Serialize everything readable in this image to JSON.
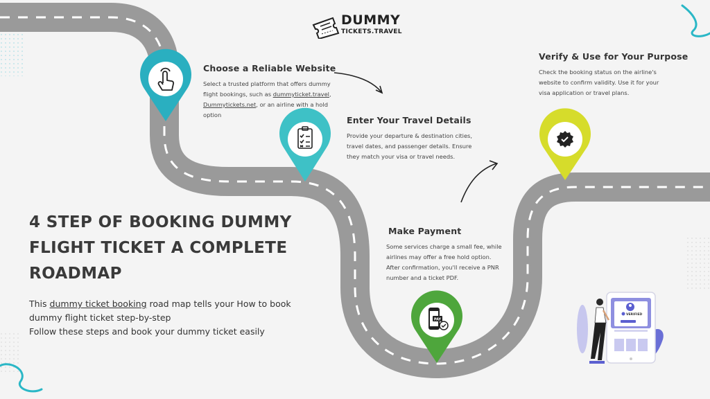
{
  "logo": {
    "title": "DUMMY",
    "subtitle": "TICKETS.TRAVEL"
  },
  "headline": {
    "lines": [
      "4 STEP OF BOOKING DUMMY",
      "FLIGHT TICKET A COMPLETE",
      "ROADMAP"
    ]
  },
  "intro": {
    "line1_pre": "This ",
    "line1_link": "dummy ticket booking",
    "line1_post": " road map tells your How to book",
    "line2": "dummy flight ticket step-by-step",
    "line3": "Follow these steps and book your dummy ticket easily"
  },
  "steps": [
    {
      "title": "Choose a Reliable Website",
      "desc_pre": "Select a trusted platform that offers dummy flight bookings, such as ",
      "link1": "dummyticket.travel",
      "sep": ", ",
      "link2": "Dummytickets.net",
      "desc_post": ", or an airline with a hold option",
      "pin_color": "#2aafc0",
      "icon": "pointer-hand-icon"
    },
    {
      "title": "Enter Your Travel Details",
      "desc": "Provide your departure & destination cities, travel dates, and passenger details. Ensure they match your visa or travel needs.",
      "pin_color": "#3ec1c6",
      "icon": "checklist-icon"
    },
    {
      "title": "Make Payment",
      "desc": "Some services charge a small fee, while airlines may offer a free hold option. After confirmation, you'll receive a PNR number and a ticket PDF.",
      "pin_color": "#4ea63c",
      "icon": "mobile-payment-icon",
      "pay_label": "PAY"
    },
    {
      "title": "Verify & Use for Your Purpose",
      "desc": "Check the booking status on the airline's website to confirm validity. Use it for your visa application or travel plans.",
      "pin_color": "#d6dc2b",
      "icon": "verified-badge-icon"
    }
  ],
  "illustration": {
    "badge_text": "VERIFIED"
  },
  "colors": {
    "road": "#9a9a9a",
    "dash": "#ffffff",
    "accent": "#2ab7c6"
  }
}
